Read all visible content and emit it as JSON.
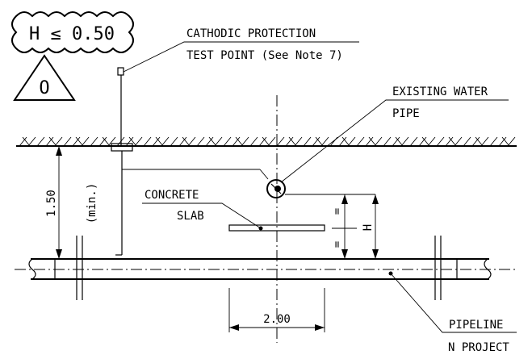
{
  "badge": {
    "condition": "H ≤ 0.50",
    "symbol": "O"
  },
  "labels": {
    "cathodic_line1": "CATHODIC PROTECTION",
    "cathodic_line2": "TEST POINT (See Note 7)",
    "water_line1": "EXISTING WATER",
    "water_line2": "PIPE",
    "slab_line1": "CONCRETE",
    "slab_line2": "SLAB",
    "pipeline_line1": "PIPELINE",
    "pipeline_line2": "N PROJECT"
  },
  "dimensions": {
    "cover": "1.50",
    "cover_note": "(min.)",
    "slab_width": "2.00",
    "height": "H",
    "equal_top": "=",
    "equal_bottom": "="
  }
}
